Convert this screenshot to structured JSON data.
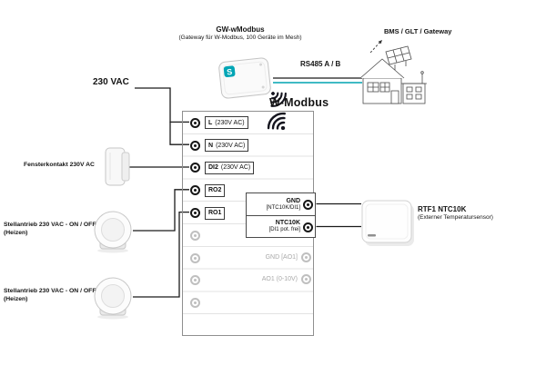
{
  "diagram": {
    "supply_label": "230 VAC",
    "window_contact_label": "Fensterkontakt 230V AC",
    "actuator1": {
      "line1": "Stellantrieb 230 VAC - ON / OFF",
      "line2": "(Heizen)"
    },
    "actuator2": {
      "line1": "Stellantrieb 230 VAC - ON / OFF",
      "line2": "(Heizen)"
    },
    "gateway": {
      "title": "GW-wModbus",
      "subtitle": "(Gateway für W-Modbus, 100 Geräte im Mesh)",
      "logo": "S"
    },
    "rs485_label": "RS485 A / B",
    "wmodbus_label": "W-Modbus",
    "bms_label": "BMS / GLT / Gateway",
    "sensor": {
      "title": "RTF1 NTC10K",
      "subtitle": "(Externer Temperatursensor)"
    },
    "icons": {
      "gateway_signal": "wifi",
      "device_signal": "wifi"
    },
    "colors": {
      "wire": "#1a1a1a",
      "rs485_line_a": "#1a1a1a",
      "rs485_line_b": "#00a3b1",
      "terminal_active": "#161616",
      "terminal_inactive": "#bfbfbf",
      "logo_teal": "#00a5b5"
    }
  },
  "terminal_block": {
    "left_terminals": [
      {
        "name": "L",
        "detail": "(230V AC)"
      },
      {
        "name": "N",
        "detail": "(230V AC)"
      },
      {
        "name": "DI2",
        "detail": "(230V AC)"
      },
      {
        "name": "RO2",
        "detail": ""
      },
      {
        "name": "RO1",
        "detail": ""
      }
    ],
    "right_terminals": [
      {
        "name": "GND",
        "detail": "[NTC10K/DI1]"
      },
      {
        "name": "NTC10K",
        "detail": "[DI1 pot. frei]"
      },
      {
        "name": "GND [AO1]",
        "detail": ""
      },
      {
        "name": "AO1 (0-10V)",
        "detail": ""
      }
    ]
  }
}
